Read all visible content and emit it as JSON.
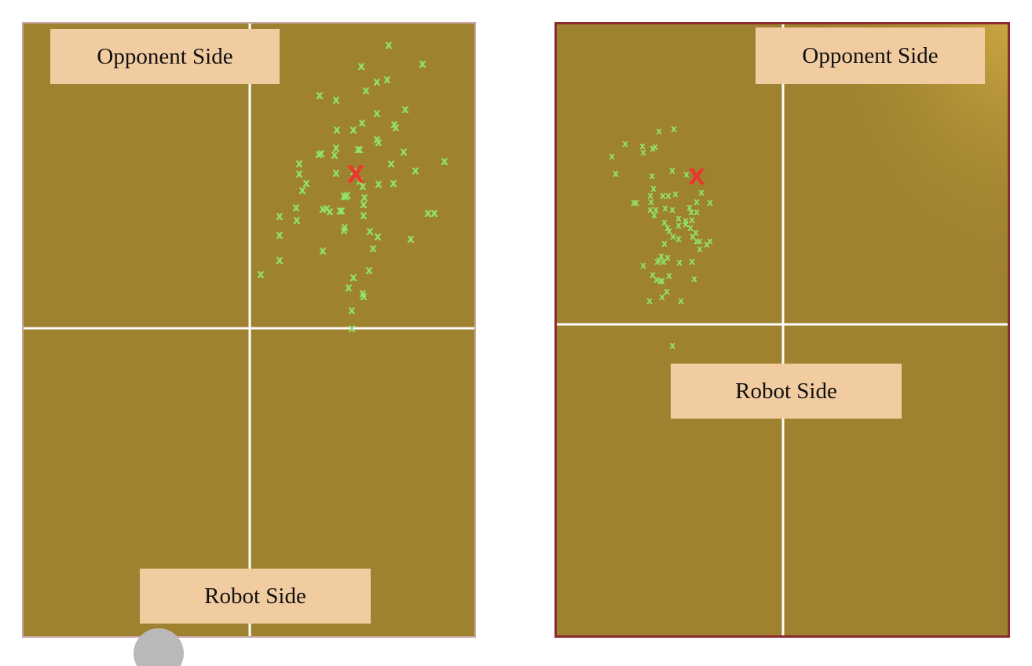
{
  "panels": [
    {
      "id": "left",
      "top_label": "Opponent Side",
      "bottom_label": "Robot Side",
      "target_marker": {
        "glyph": "X",
        "color": "#e8392c"
      },
      "hit_marker": {
        "glyph": "x",
        "color": "#8fe36b"
      }
    },
    {
      "id": "right",
      "top_label": "Opponent Side",
      "bottom_label": "Robot Side",
      "target_marker": {
        "glyph": "X",
        "color": "#e8392c"
      },
      "hit_marker": {
        "glyph": "x",
        "color": "#8fe36b"
      }
    }
  ],
  "colors": {
    "court": "#9f8230",
    "court_highlight": "#c9a640",
    "lines": "#ffffff",
    "label_background": "#f2cca1",
    "left_border": "#c9a6a6",
    "right_border": "#8c2b2b"
  }
}
